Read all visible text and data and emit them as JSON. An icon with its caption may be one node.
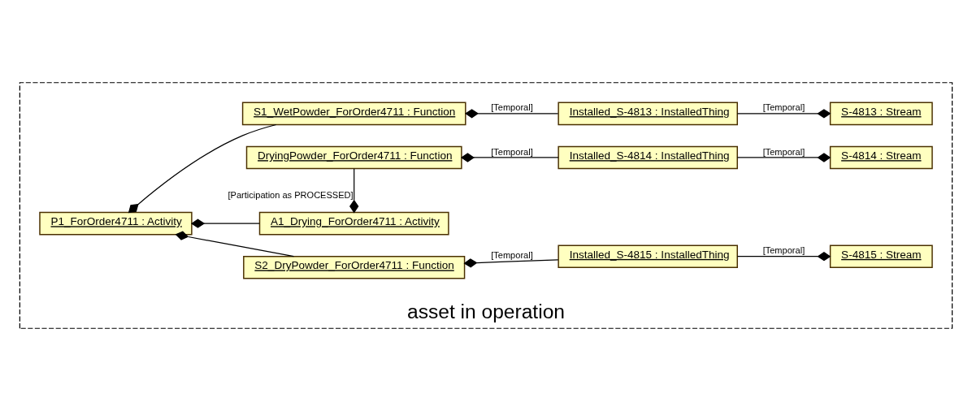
{
  "diagram": {
    "nodes": [
      {
        "text": [
          "asset in operation"
        ]
      },
      {
        "text": [
          "P1_ForOrder4711 : Activity"
        ],
        "in": 0
      },
      {
        "text": [
          "S1_WetPowder_ForOrder4711 : Function"
        ],
        "in": 0
      },
      {
        "text": [
          "Installed_S-4813 : InstalledThing"
        ],
        "in": 0
      },
      {
        "text": [
          "S-4813 : Stream"
        ],
        "in": 0
      },
      {
        "text": [
          "A1_Drying_ForOrder4711 : Activity"
        ],
        "in": 0
      },
      {
        "text": [
          "DryingPowder_ForOrder4711 : Function"
        ],
        "in": 0
      },
      {
        "text": [
          "Installed_S-4814 : InstalledThing"
        ],
        "in": 0
      },
      {
        "text": [
          "S-4814 : Stream"
        ],
        "in": 0
      },
      {
        "text": [
          "S2_DryPowder_ForOrder4711 : Function"
        ],
        "in": 0
      },
      {
        "text": [
          "Installed_S-4815 : InstalledThing"
        ],
        "in": 0
      },
      {
        "text": [
          "S-4815 : Stream"
        ],
        "in": 0
      }
    ],
    "edges": [
      {
        "from": 1,
        "to": 2,
        "arrow": "other"
      },
      {
        "from": 2,
        "to": 3,
        "arrow": "other",
        "label": "[Temporal]"
      },
      {
        "from": 4,
        "to": 3,
        "arrow": "other",
        "label": "[Temporal]"
      },
      {
        "from": 1,
        "to": 5,
        "arrow": "other"
      },
      {
        "from": 5,
        "to": 6,
        "arrow": "other",
        "label": "[Participation as PROCESSED]"
      },
      {
        "from": 6,
        "to": 7,
        "arrow": "other",
        "label": "[Temporal]"
      },
      {
        "from": 8,
        "to": 7,
        "arrow": "other",
        "label": "[Temporal]"
      },
      {
        "from": 1,
        "to": 9,
        "arrow": "other"
      },
      {
        "from": 9,
        "to": 10,
        "arrow": "other",
        "label": "[Temporal]"
      },
      {
        "from": 11,
        "to": 10,
        "arrow": "other",
        "label": "[Temporal]"
      }
    ]
  }
}
